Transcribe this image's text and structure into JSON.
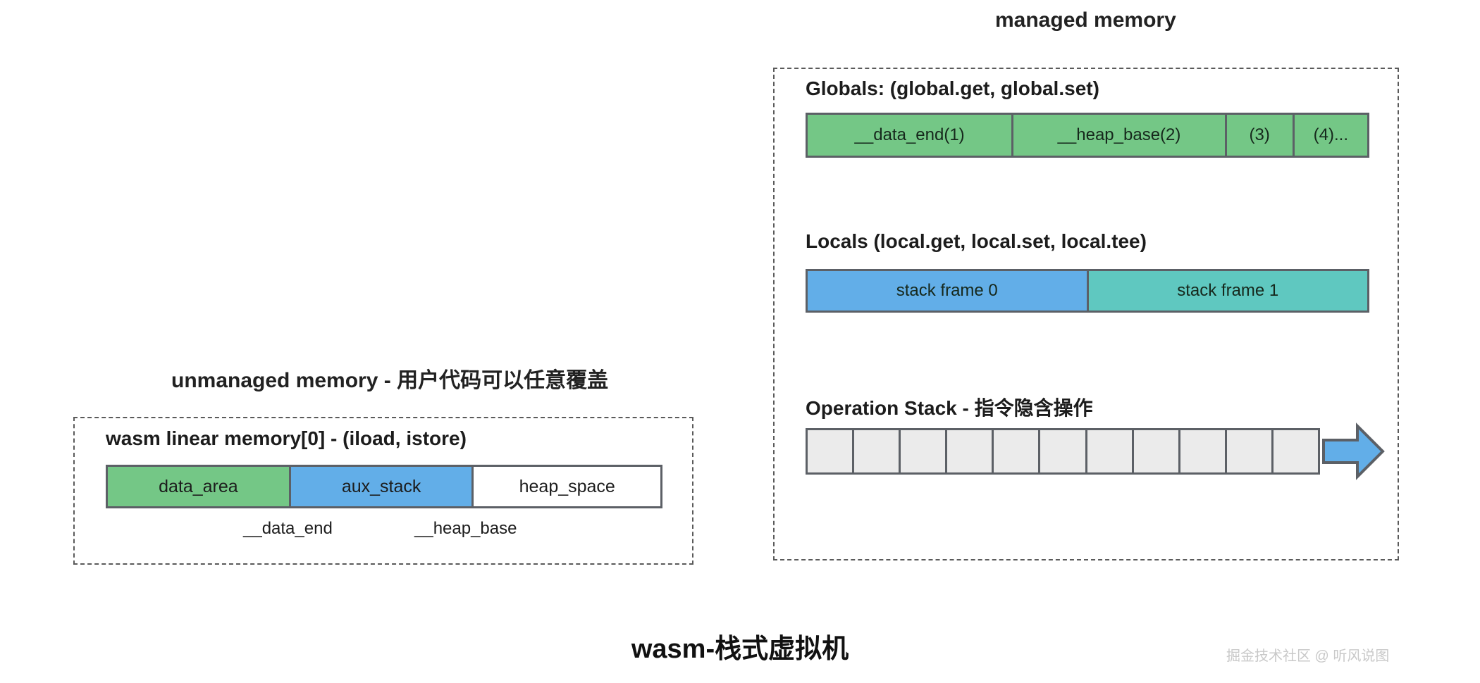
{
  "figure": {
    "title": "wasm-栈式虚拟机",
    "watermark": "掘金技术社区 @ 听风说图"
  },
  "managed": {
    "caption": "managed memory",
    "globals": {
      "heading": "Globals: (global.get, global.set)",
      "segments": [
        {
          "label": "__data_end(1)",
          "flex": 28,
          "color": "#74c786"
        },
        {
          "label": "__heap_base(2)",
          "flex": 29,
          "color": "#74c786"
        },
        {
          "label": "(3)",
          "flex": 9,
          "color": "#74c786"
        },
        {
          "label": "(4)...",
          "flex": 10,
          "color": "#74c786"
        }
      ]
    },
    "locals": {
      "heading": "Locals (local.get, local.set, local.tee)",
      "segments": [
        {
          "label": "stack frame 0",
          "flex": 50,
          "color": "#62aee8"
        },
        {
          "label": "stack frame 1",
          "flex": 50,
          "color": "#5fc8c0"
        }
      ]
    },
    "operation_stack": {
      "heading": "Operation Stack - 指令隐含操作",
      "cell_count": 11,
      "cell_color": "#ebebeb",
      "arrow": "right-arrow-icon",
      "arrow_color": "#62aee8"
    }
  },
  "unmanaged": {
    "caption": "unmanaged memory - 用户代码可以任意覆盖",
    "linear_memory": {
      "heading": "wasm linear memory[0] - (iload, istore)",
      "segments": [
        {
          "label": "data_area",
          "flex": 33,
          "color": "#74c786"
        },
        {
          "label": "aux_stack",
          "flex": 33,
          "color": "#62aee8"
        },
        {
          "label": "heap_space",
          "flex": 34,
          "color": "#ffffff"
        }
      ],
      "pointers": [
        {
          "label": "__data_end"
        },
        {
          "label": "__heap_base"
        }
      ]
    }
  },
  "colors": {
    "green": "#74c786",
    "blue": "#62aee8",
    "teal": "#5fc8c0",
    "gray_cell": "#ebebeb",
    "outline": "#5c6066",
    "dashed": "#5a5a5a"
  }
}
